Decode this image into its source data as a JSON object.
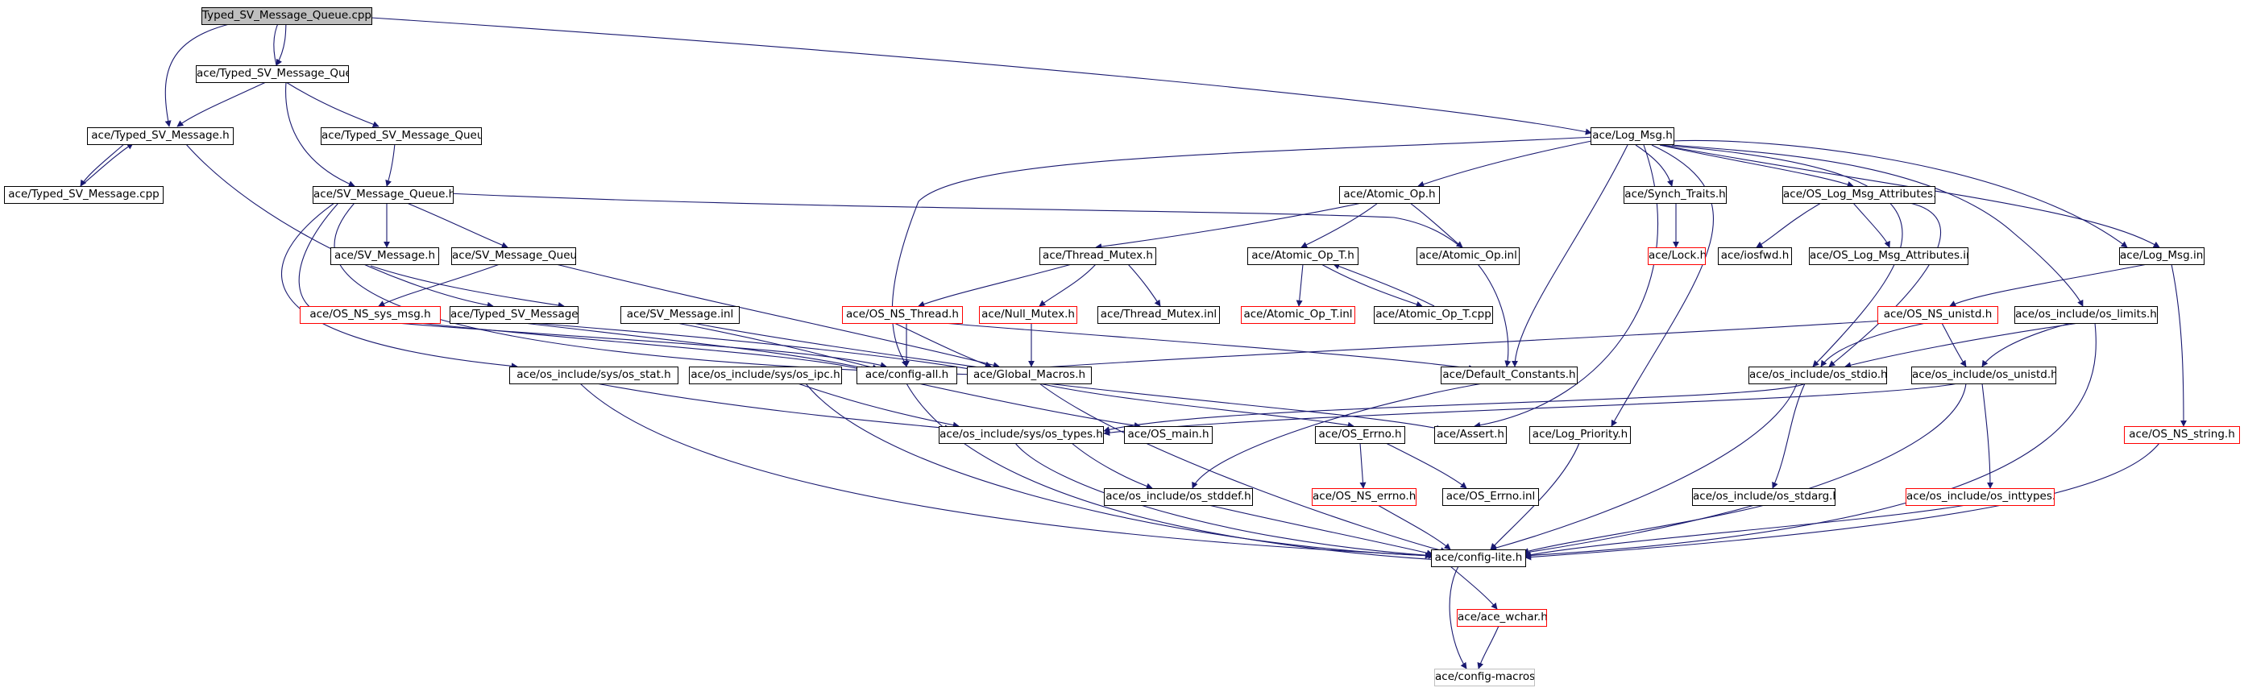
{
  "colors": {
    "edge": "#191970",
    "root_fill": "#bfbfbf",
    "missing_border": "#ff0000",
    "external_border": "#bfbfbf",
    "node_border": "#000000"
  },
  "nodes": {
    "root": "Typed_SV_Message_Queue.cpp",
    "typed_sv_mq_h": "ace/Typed_SV_Message_Queue.h",
    "typed_sv_msg_h": "ace/Typed_SV_Message.h",
    "typed_sv_mq_inl": "ace/Typed_SV_Message_Queue.inl",
    "typed_sv_msg_cpp": "ace/Typed_SV_Message.cpp",
    "sv_mq_h": "ace/SV_Message_Queue.h",
    "sv_msg_h": "ace/SV_Message.h",
    "sv_mq_inl": "ace/SV_Message_Queue.inl",
    "os_ns_sys_msg": "ace/OS_NS_sys_msg.h",
    "typed_sv_msg_inl": "ace/Typed_SV_Message.inl",
    "sv_msg_inl": "ace/SV_Message.inl",
    "os_stat": "ace/os_include/sys/os_stat.h",
    "os_ipc": "ace/os_include/sys/os_ipc.h",
    "config_all": "ace/config-all.h",
    "global_macros": "ace/Global_Macros.h",
    "os_types": "ace/os_include/sys/os_types.h",
    "os_main": "ace/OS_main.h",
    "log_msg_h": "ace/Log_Msg.h",
    "atomic_op_h": "ace/Atomic_Op.h",
    "synch_traits": "ace/Synch_Traits.h",
    "os_log_msg_attr_h": "ace/OS_Log_Msg_Attributes.h",
    "thread_mutex_h": "ace/Thread_Mutex.h",
    "atomic_op_t_h": "ace/Atomic_Op_T.h",
    "atomic_op_inl": "ace/Atomic_Op.inl",
    "lock_h": "ace/Lock.h",
    "iosfwd": "ace/iosfwd.h",
    "os_log_msg_attr_inl": "ace/OS_Log_Msg_Attributes.inl",
    "log_msg_inl": "ace/Log_Msg.inl",
    "os_ns_thread": "ace/OS_NS_Thread.h",
    "null_mutex": "ace/Null_Mutex.h",
    "thread_mutex_inl": "ace/Thread_Mutex.inl",
    "atomic_op_t_inl": "ace/Atomic_Op_T.inl",
    "atomic_op_t_cpp": "ace/Atomic_Op_T.cpp",
    "os_ns_unistd": "ace/OS_NS_unistd.h",
    "os_limits": "ace/os_include/os_limits.h",
    "default_constants": "ace/Default_Constants.h",
    "os_stdio": "ace/os_include/os_stdio.h",
    "os_unistd": "ace/os_include/os_unistd.h",
    "os_errno_h": "ace/OS_Errno.h",
    "assert_h": "ace/Assert.h",
    "log_priority": "ace/Log_Priority.h",
    "os_ns_string": "ace/OS_NS_string.h",
    "os_stddef": "ace/os_include/os_stddef.h",
    "os_ns_errno": "ace/OS_NS_errno.h",
    "os_errno_inl": "ace/OS_Errno.inl",
    "os_stdarg": "ace/os_include/os_stdarg.h",
    "os_inttypes": "ace/os_include/os_inttypes.h",
    "config_lite": "ace/config-lite.h",
    "ace_wchar": "ace/ace_wchar.h",
    "config_macros": "ace/config-macros.h"
  }
}
